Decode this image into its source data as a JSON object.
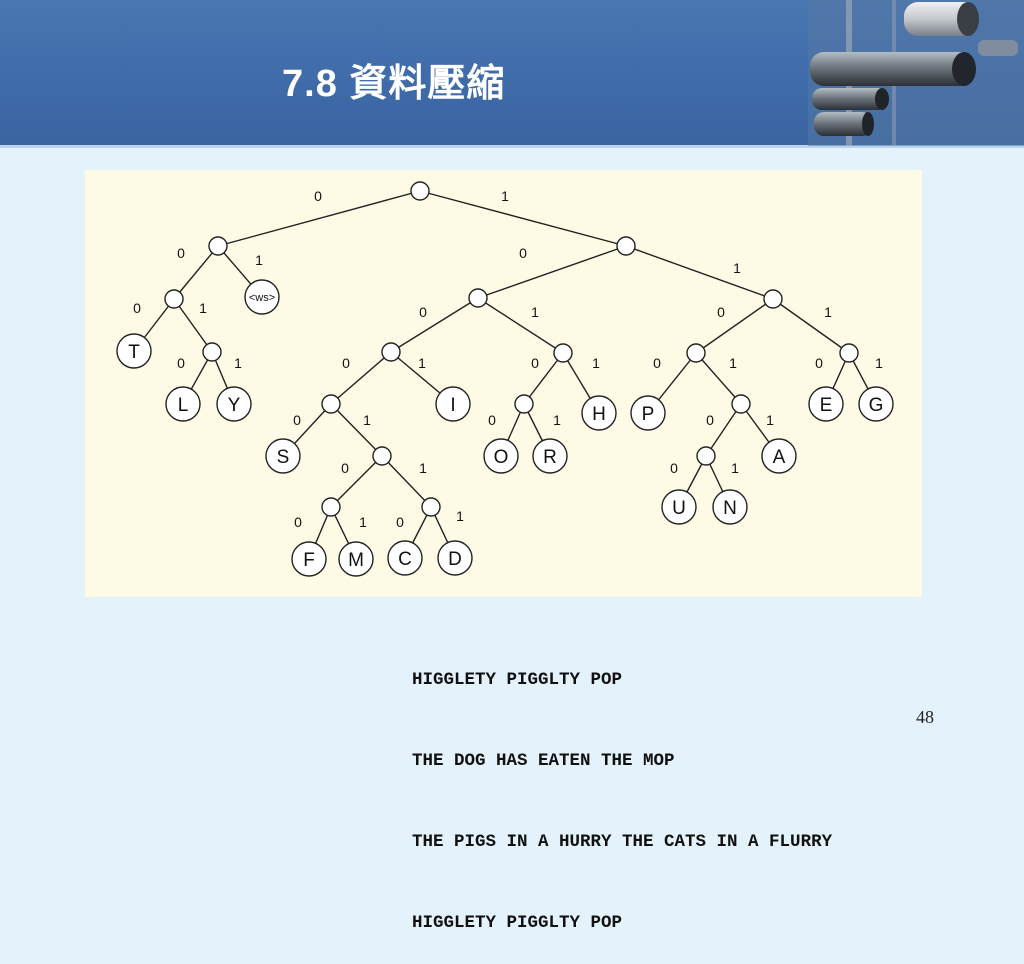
{
  "slide": {
    "title": "7.8 資料壓縮",
    "page_number": "48"
  },
  "tree": {
    "internal_nodes": [
      {
        "id": "root"
      },
      {
        "id": "n0"
      },
      {
        "id": "n1"
      },
      {
        "id": "n00"
      },
      {
        "id": "n001"
      },
      {
        "id": "n10"
      },
      {
        "id": "n11"
      },
      {
        "id": "n100"
      },
      {
        "id": "n101"
      },
      {
        "id": "n110"
      },
      {
        "id": "n111"
      },
      {
        "id": "n1000"
      },
      {
        "id": "n1010"
      },
      {
        "id": "n1101"
      },
      {
        "id": "n10001"
      },
      {
        "id": "n11010"
      },
      {
        "id": "n100010"
      },
      {
        "id": "n100011"
      }
    ],
    "leaves": [
      {
        "id": "T",
        "label": "T"
      },
      {
        "id": "ws",
        "label": "<ws>"
      },
      {
        "id": "L",
        "label": "L"
      },
      {
        "id": "Y",
        "label": "Y"
      },
      {
        "id": "I",
        "label": "I"
      },
      {
        "id": "H",
        "label": "H"
      },
      {
        "id": "P",
        "label": "P"
      },
      {
        "id": "E",
        "label": "E"
      },
      {
        "id": "G",
        "label": "G"
      },
      {
        "id": "S",
        "label": "S"
      },
      {
        "id": "O",
        "label": "O"
      },
      {
        "id": "R",
        "label": "R"
      },
      {
        "id": "A",
        "label": "A"
      },
      {
        "id": "U",
        "label": "U"
      },
      {
        "id": "N",
        "label": "N"
      },
      {
        "id": "F",
        "label": "F"
      },
      {
        "id": "M",
        "label": "M"
      },
      {
        "id": "C",
        "label": "C"
      },
      {
        "id": "D",
        "label": "D"
      }
    ],
    "edges": [
      {
        "from": "root",
        "to": "n0",
        "label": "0"
      },
      {
        "from": "root",
        "to": "n1",
        "label": "1"
      },
      {
        "from": "n0",
        "to": "n00",
        "label": "0"
      },
      {
        "from": "n0",
        "to": "ws",
        "label": "1"
      },
      {
        "from": "n00",
        "to": "T",
        "label": "0"
      },
      {
        "from": "n00",
        "to": "n001",
        "label": "1"
      },
      {
        "from": "n001",
        "to": "L",
        "label": "0"
      },
      {
        "from": "n001",
        "to": "Y",
        "label": "1"
      },
      {
        "from": "n1",
        "to": "n10",
        "label": "0"
      },
      {
        "from": "n1",
        "to": "n11",
        "label": "1"
      },
      {
        "from": "n10",
        "to": "n100",
        "label": "0"
      },
      {
        "from": "n10",
        "to": "n101",
        "label": "1"
      },
      {
        "from": "n11",
        "to": "n110",
        "label": "0"
      },
      {
        "from": "n11",
        "to": "n111",
        "label": "1"
      },
      {
        "from": "n100",
        "to": "n1000",
        "label": "0"
      },
      {
        "from": "n100",
        "to": "I",
        "label": "1"
      },
      {
        "from": "n101",
        "to": "n1010",
        "label": "0"
      },
      {
        "from": "n101",
        "to": "H",
        "label": "1"
      },
      {
        "from": "n110",
        "to": "P",
        "label": "0"
      },
      {
        "from": "n110",
        "to": "n1101",
        "label": "1"
      },
      {
        "from": "n111",
        "to": "E",
        "label": "0"
      },
      {
        "from": "n111",
        "to": "G",
        "label": "1"
      },
      {
        "from": "n1000",
        "to": "S",
        "label": "0"
      },
      {
        "from": "n1000",
        "to": "n10001",
        "label": "1"
      },
      {
        "from": "n1010",
        "to": "O",
        "label": "0"
      },
      {
        "from": "n1010",
        "to": "R",
        "label": "1"
      },
      {
        "from": "n1101",
        "to": "n11010",
        "label": "0"
      },
      {
        "from": "n1101",
        "to": "A",
        "label": "1"
      },
      {
        "from": "n11010",
        "to": "U",
        "label": "0"
      },
      {
        "from": "n11010",
        "to": "N",
        "label": "1"
      },
      {
        "from": "n10001",
        "to": "n100010",
        "label": "0"
      },
      {
        "from": "n10001",
        "to": "n100011",
        "label": "1"
      },
      {
        "from": "n100010",
        "to": "F",
        "label": "0"
      },
      {
        "from": "n100010",
        "to": "M",
        "label": "1"
      },
      {
        "from": "n100011",
        "to": "C",
        "label": "0"
      },
      {
        "from": "n100011",
        "to": "D",
        "label": "1"
      }
    ]
  },
  "poem": {
    "lines": [
      "HIGGLETY PIGGLTY POP",
      "THE DOG HAS EATEN THE MOP",
      "THE PIGS IN A HURRY THE CATS IN A FLURRY",
      "HIGGLETY PIGGLTY POP"
    ]
  }
}
